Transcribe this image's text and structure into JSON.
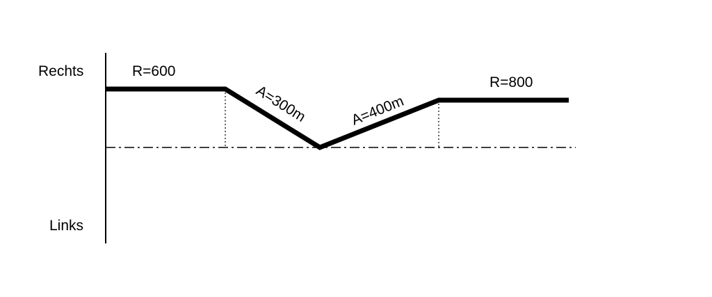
{
  "axis_labels": {
    "right": "Rechts",
    "left": "Links"
  },
  "segments": {
    "radius_1": "R=600",
    "clothoid_1": "A=300m",
    "clothoid_2": "A=400m",
    "radius_2": "R=800"
  },
  "colors": {
    "line": "#000000",
    "background": "#ffffff"
  }
}
